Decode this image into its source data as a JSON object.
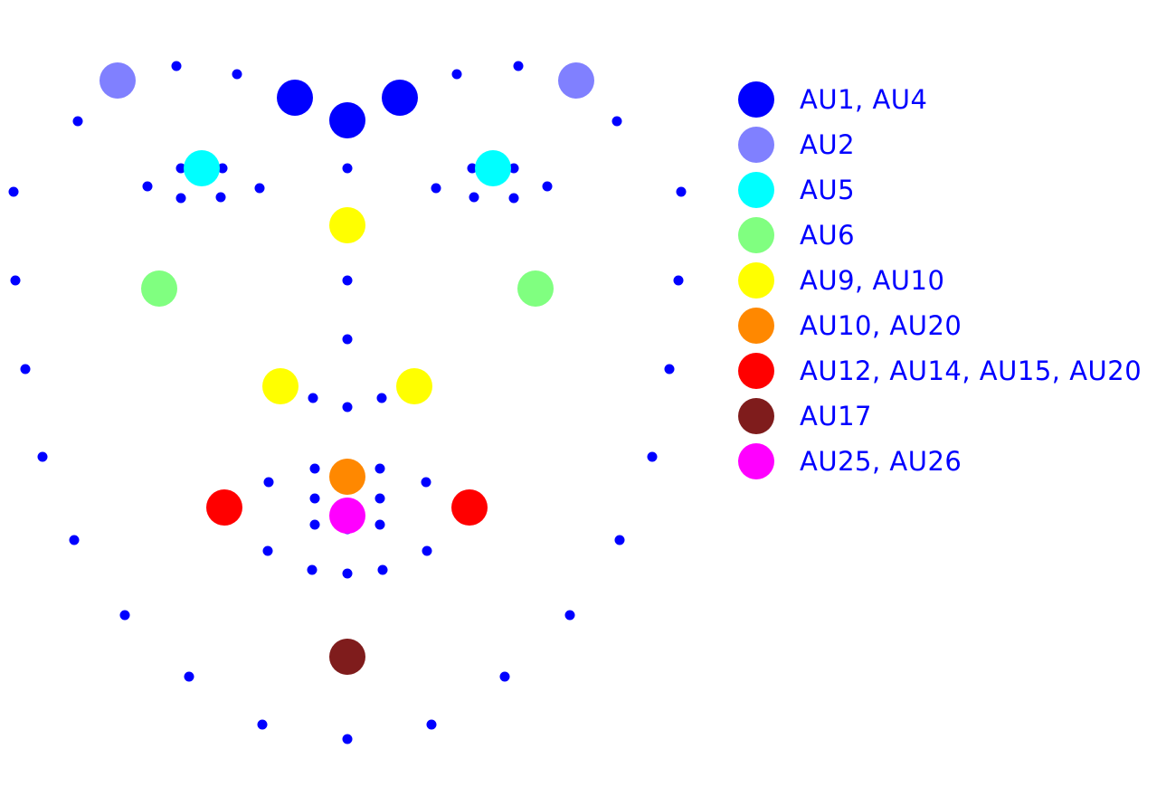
{
  "diagram": {
    "landmark_color": "#0000ff",
    "text_color": "#0000ff",
    "action_units": [
      {
        "id": "au1-au4",
        "label": "AU1, AU4",
        "color": "#0000ff"
      },
      {
        "id": "au2",
        "label": "AU2",
        "color": "#8080ff"
      },
      {
        "id": "au5",
        "label": "AU5",
        "color": "#00ffff"
      },
      {
        "id": "au6",
        "label": "AU6",
        "color": "#80ff80"
      },
      {
        "id": "au9-au10",
        "label": "AU9, AU10",
        "color": "#ffff00"
      },
      {
        "id": "au10-au20",
        "label": "AU10, AU20",
        "color": "#ff8800"
      },
      {
        "id": "au12-au14-au15-au20",
        "label": "AU12, AU14, AU15, AU20",
        "color": "#ff0000"
      },
      {
        "id": "au17",
        "label": "AU17",
        "color": "#7f1c1c"
      },
      {
        "id": "au25-au26",
        "label": "AU25, AU26",
        "color": "#ff00ff"
      }
    ]
  }
}
